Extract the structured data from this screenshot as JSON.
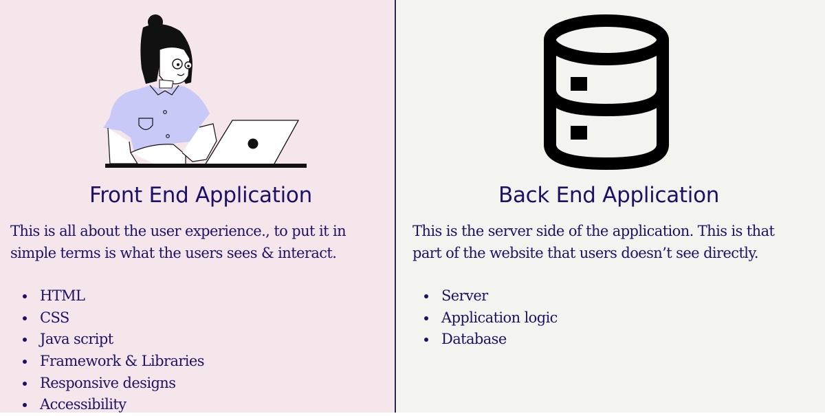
{
  "front_end": {
    "title": "Front End Application",
    "description_line1": "This is all about the user experience., to put it in",
    "description_line2": "simple terms is what the users sees & interact.",
    "illustration": "person-at-laptop",
    "items": [
      "HTML",
      "CSS",
      "Java script",
      "Framework & Libraries",
      "Responsive designs",
      "Accessibility"
    ]
  },
  "back_end": {
    "title": "Back End Application",
    "description_line1": "This is the server side of the application. This is that",
    "description_line2": "part of the website that users doesn’t see directly.",
    "illustration": "database-icon",
    "items": [
      "Server",
      "Application logic",
      "Database"
    ]
  },
  "colors": {
    "text": "#1d1166",
    "left_bg": "#f5e6ec",
    "right_bg": "#f3f3ef",
    "divider": "#2a2456",
    "shirt": "#c8c9f7"
  }
}
